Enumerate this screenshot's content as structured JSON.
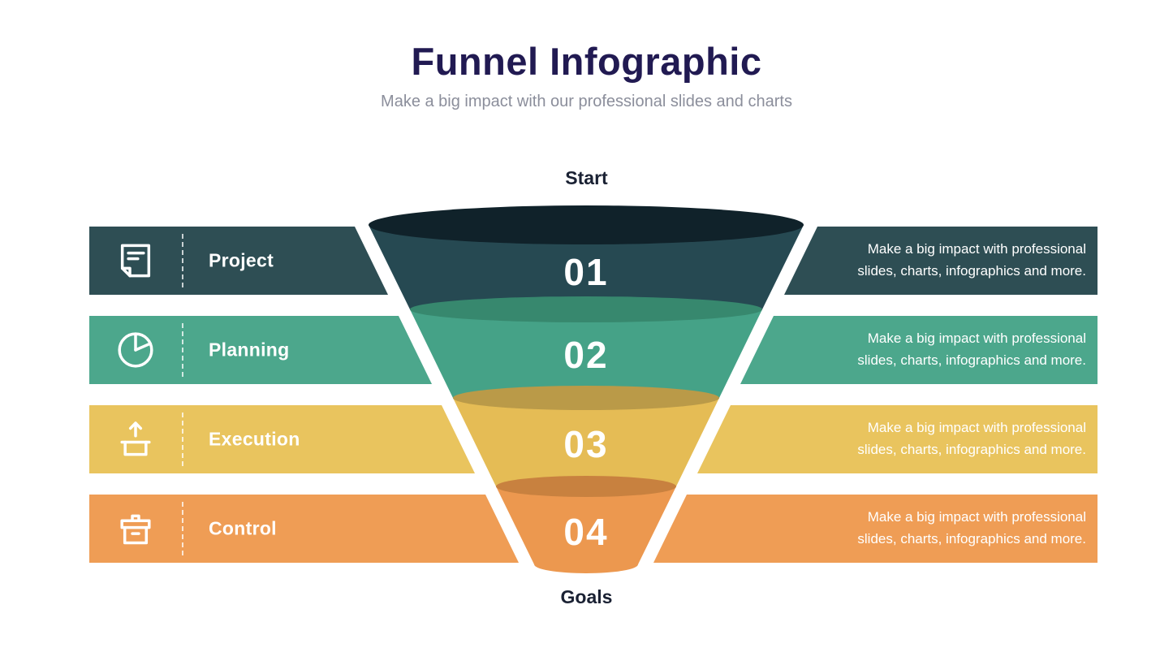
{
  "slide": {
    "title": "Funnel Infographic",
    "subtitle": "Make a big impact with our professional slides and charts",
    "start_label": "Start",
    "goals_label": "Goals"
  },
  "colors": {
    "background": "#FFFFFF",
    "title": "#211A52",
    "subtitle": "#8B8E9B",
    "flow_label": "#1A2133",
    "text_on_bars": "#FFFFFF"
  },
  "rows": [
    {
      "number": "01",
      "label": "Project",
      "icon": "document-icon",
      "description": "Make a big impact with professional\nslides, charts, infographics and more.",
      "colors": {
        "bar": "#2E4E54",
        "segment": "#264952",
        "ellipse": "#10222A"
      }
    },
    {
      "number": "02",
      "label": "Planning",
      "icon": "pie-chart-icon",
      "description": "Make a big impact with professional\nslides, charts, infographics and more.",
      "colors": {
        "bar": "#4CA78C",
        "segment": "#45A287",
        "ellipse": "#37886E"
      }
    },
    {
      "number": "03",
      "label": "Execution",
      "icon": "box-arrow-up-icon",
      "description": "Make a big impact with professional\nslides, charts, infographics and more.",
      "colors": {
        "bar": "#E9C45E",
        "segment": "#E5BC55",
        "ellipse": "#BA9A48"
      }
    },
    {
      "number": "04",
      "label": "Control",
      "icon": "archive-box-icon",
      "description": "Make a big impact with professional\nslides, charts, infographics and more.",
      "colors": {
        "bar": "#EF9D55",
        "segment": "#EC984F",
        "ellipse": "#C8813F"
      }
    }
  ]
}
